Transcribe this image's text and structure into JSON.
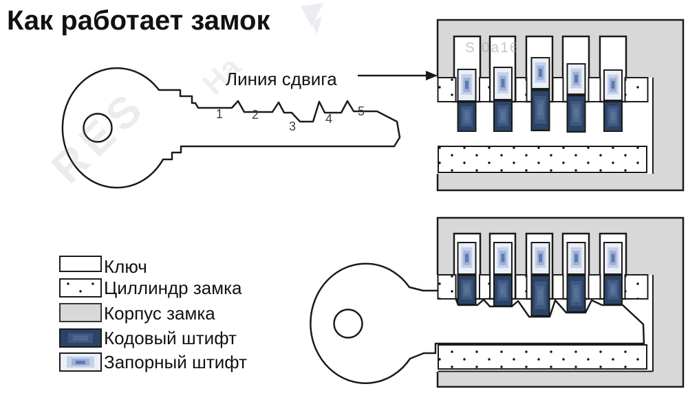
{
  "title": "Как работает замок",
  "shear_line_label": "Линия сдвига",
  "cut_numbers": [
    "1",
    "2",
    "3",
    "4",
    "5"
  ],
  "legend": {
    "items": [
      {
        "label": "Ключ",
        "swatch": "key"
      },
      {
        "label": "Циллиндр замка",
        "swatch": "cylinder"
      },
      {
        "label": "Корпус замка",
        "swatch": "lock-body"
      },
      {
        "label": "Кодовый штифт",
        "swatch": "key-pin"
      },
      {
        "label": "Запорный штифт",
        "swatch": "driver-pin"
      }
    ]
  },
  "watermarks": [
    "RES",
    "Ha",
    "S  0a16"
  ],
  "colors": {
    "background": "#ffffff",
    "outline": "#1a1a1a",
    "lock_body": "#d8d8d8",
    "driver_pin_shades": [
      "#ebeff8",
      "#c5d1e9",
      "#9fb1d8",
      "#6079ae"
    ],
    "key_pin_shades": [
      "#2c4366",
      "#3e577d",
      "#4c6791",
      "#587298"
    ]
  }
}
